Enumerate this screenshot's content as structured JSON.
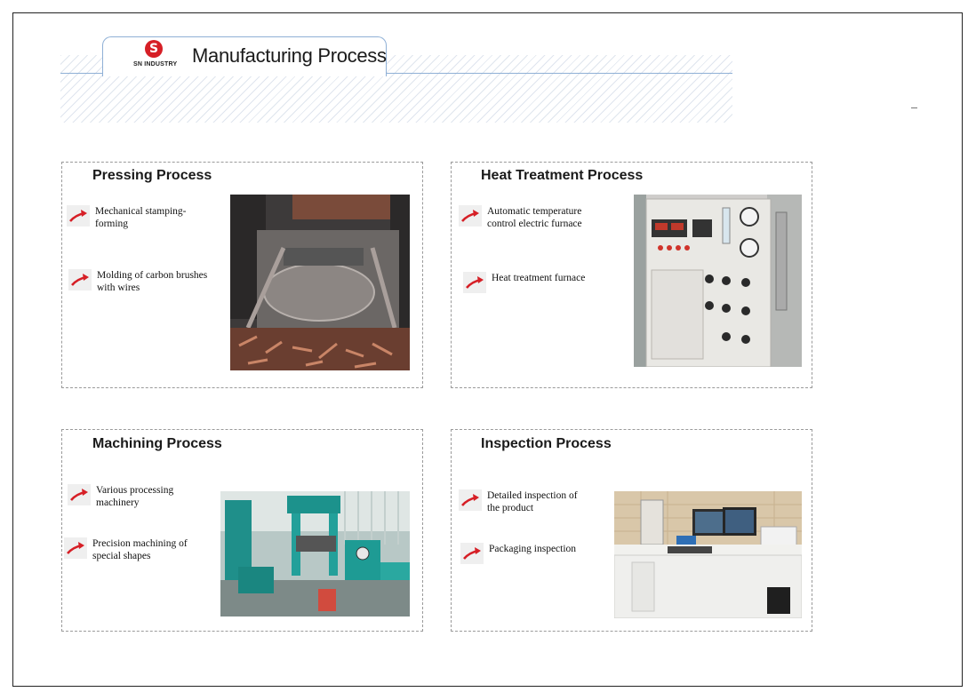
{
  "header": {
    "logo_letter": "S",
    "logo_text": "SN INDUSTRY",
    "title": "Manufacturing Process"
  },
  "colors": {
    "accent_red": "#d61f26",
    "header_line": "#8fb0d6",
    "dashed_border": "#9a9a9a"
  },
  "sections": [
    {
      "title": "Pressing Process",
      "items": [
        "Mechanical stamping-\nforming",
        "Molding of carbon brushes\n with wires"
      ],
      "photo": "stamping press with copper parts"
    },
    {
      "title": "Heat Treatment Process",
      "items": [
        "Automatic temperature\ncontrol electric furnace",
        "Heat treatment furnace"
      ],
      "photo": "electric furnace control cabinet"
    },
    {
      "title": "Machining Process",
      "items": [
        "Various processing\nmachinery",
        "Precision machining of\n special shapes"
      ],
      "photo": "green hydraulic machinery"
    },
    {
      "title": "Inspection Process",
      "items": [
        "Detailed inspection of\n the product",
        "Packaging inspection"
      ],
      "photo": "inspection lab workstation"
    }
  ]
}
